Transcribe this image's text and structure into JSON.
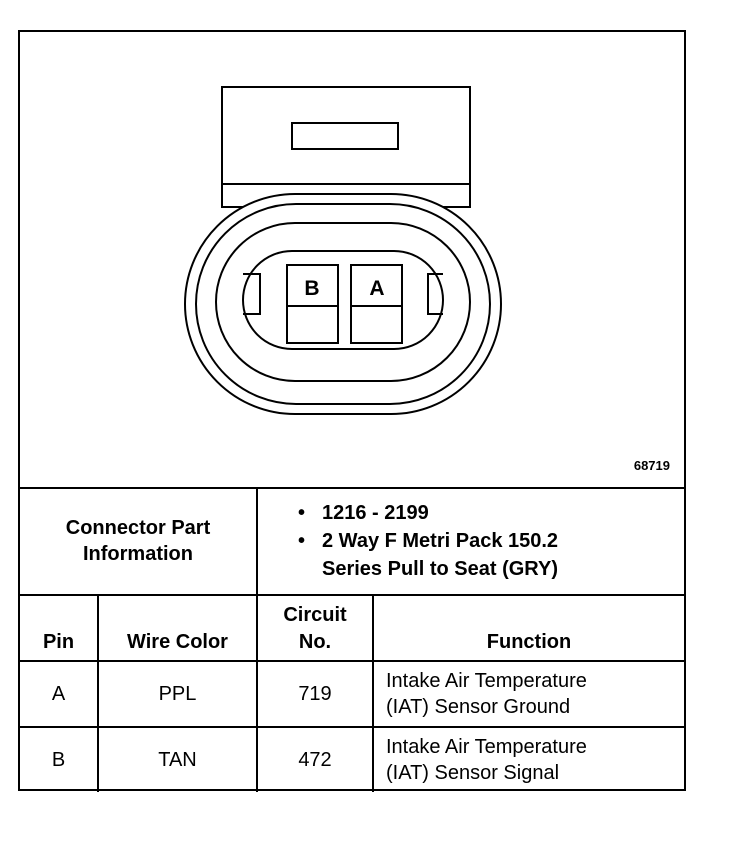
{
  "diagram": {
    "figure_number": "68719",
    "pin_labels": [
      "B",
      "A"
    ]
  },
  "connector_info": {
    "label_line1": "Connector Part",
    "label_line2": "Information",
    "items": [
      "1216 - 2199",
      "2 Way F Metri Pack 150.2",
      "Series Pull to Seat (GRY)"
    ]
  },
  "table": {
    "headers": {
      "pin": "Pin",
      "wire_color": "Wire Color",
      "circuit_line1": "Circuit",
      "circuit_line2": "No.",
      "function": "Function"
    },
    "rows": [
      {
        "pin": "A",
        "wire_color": "PPL",
        "circuit": "719",
        "function_line1": "Intake Air Temperature",
        "function_line2": "(IAT) Sensor Ground"
      },
      {
        "pin": "B",
        "wire_color": "TAN",
        "circuit": "472",
        "function_line1": "Intake Air Temperature",
        "function_line2": "(IAT) Sensor Signal"
      }
    ]
  }
}
